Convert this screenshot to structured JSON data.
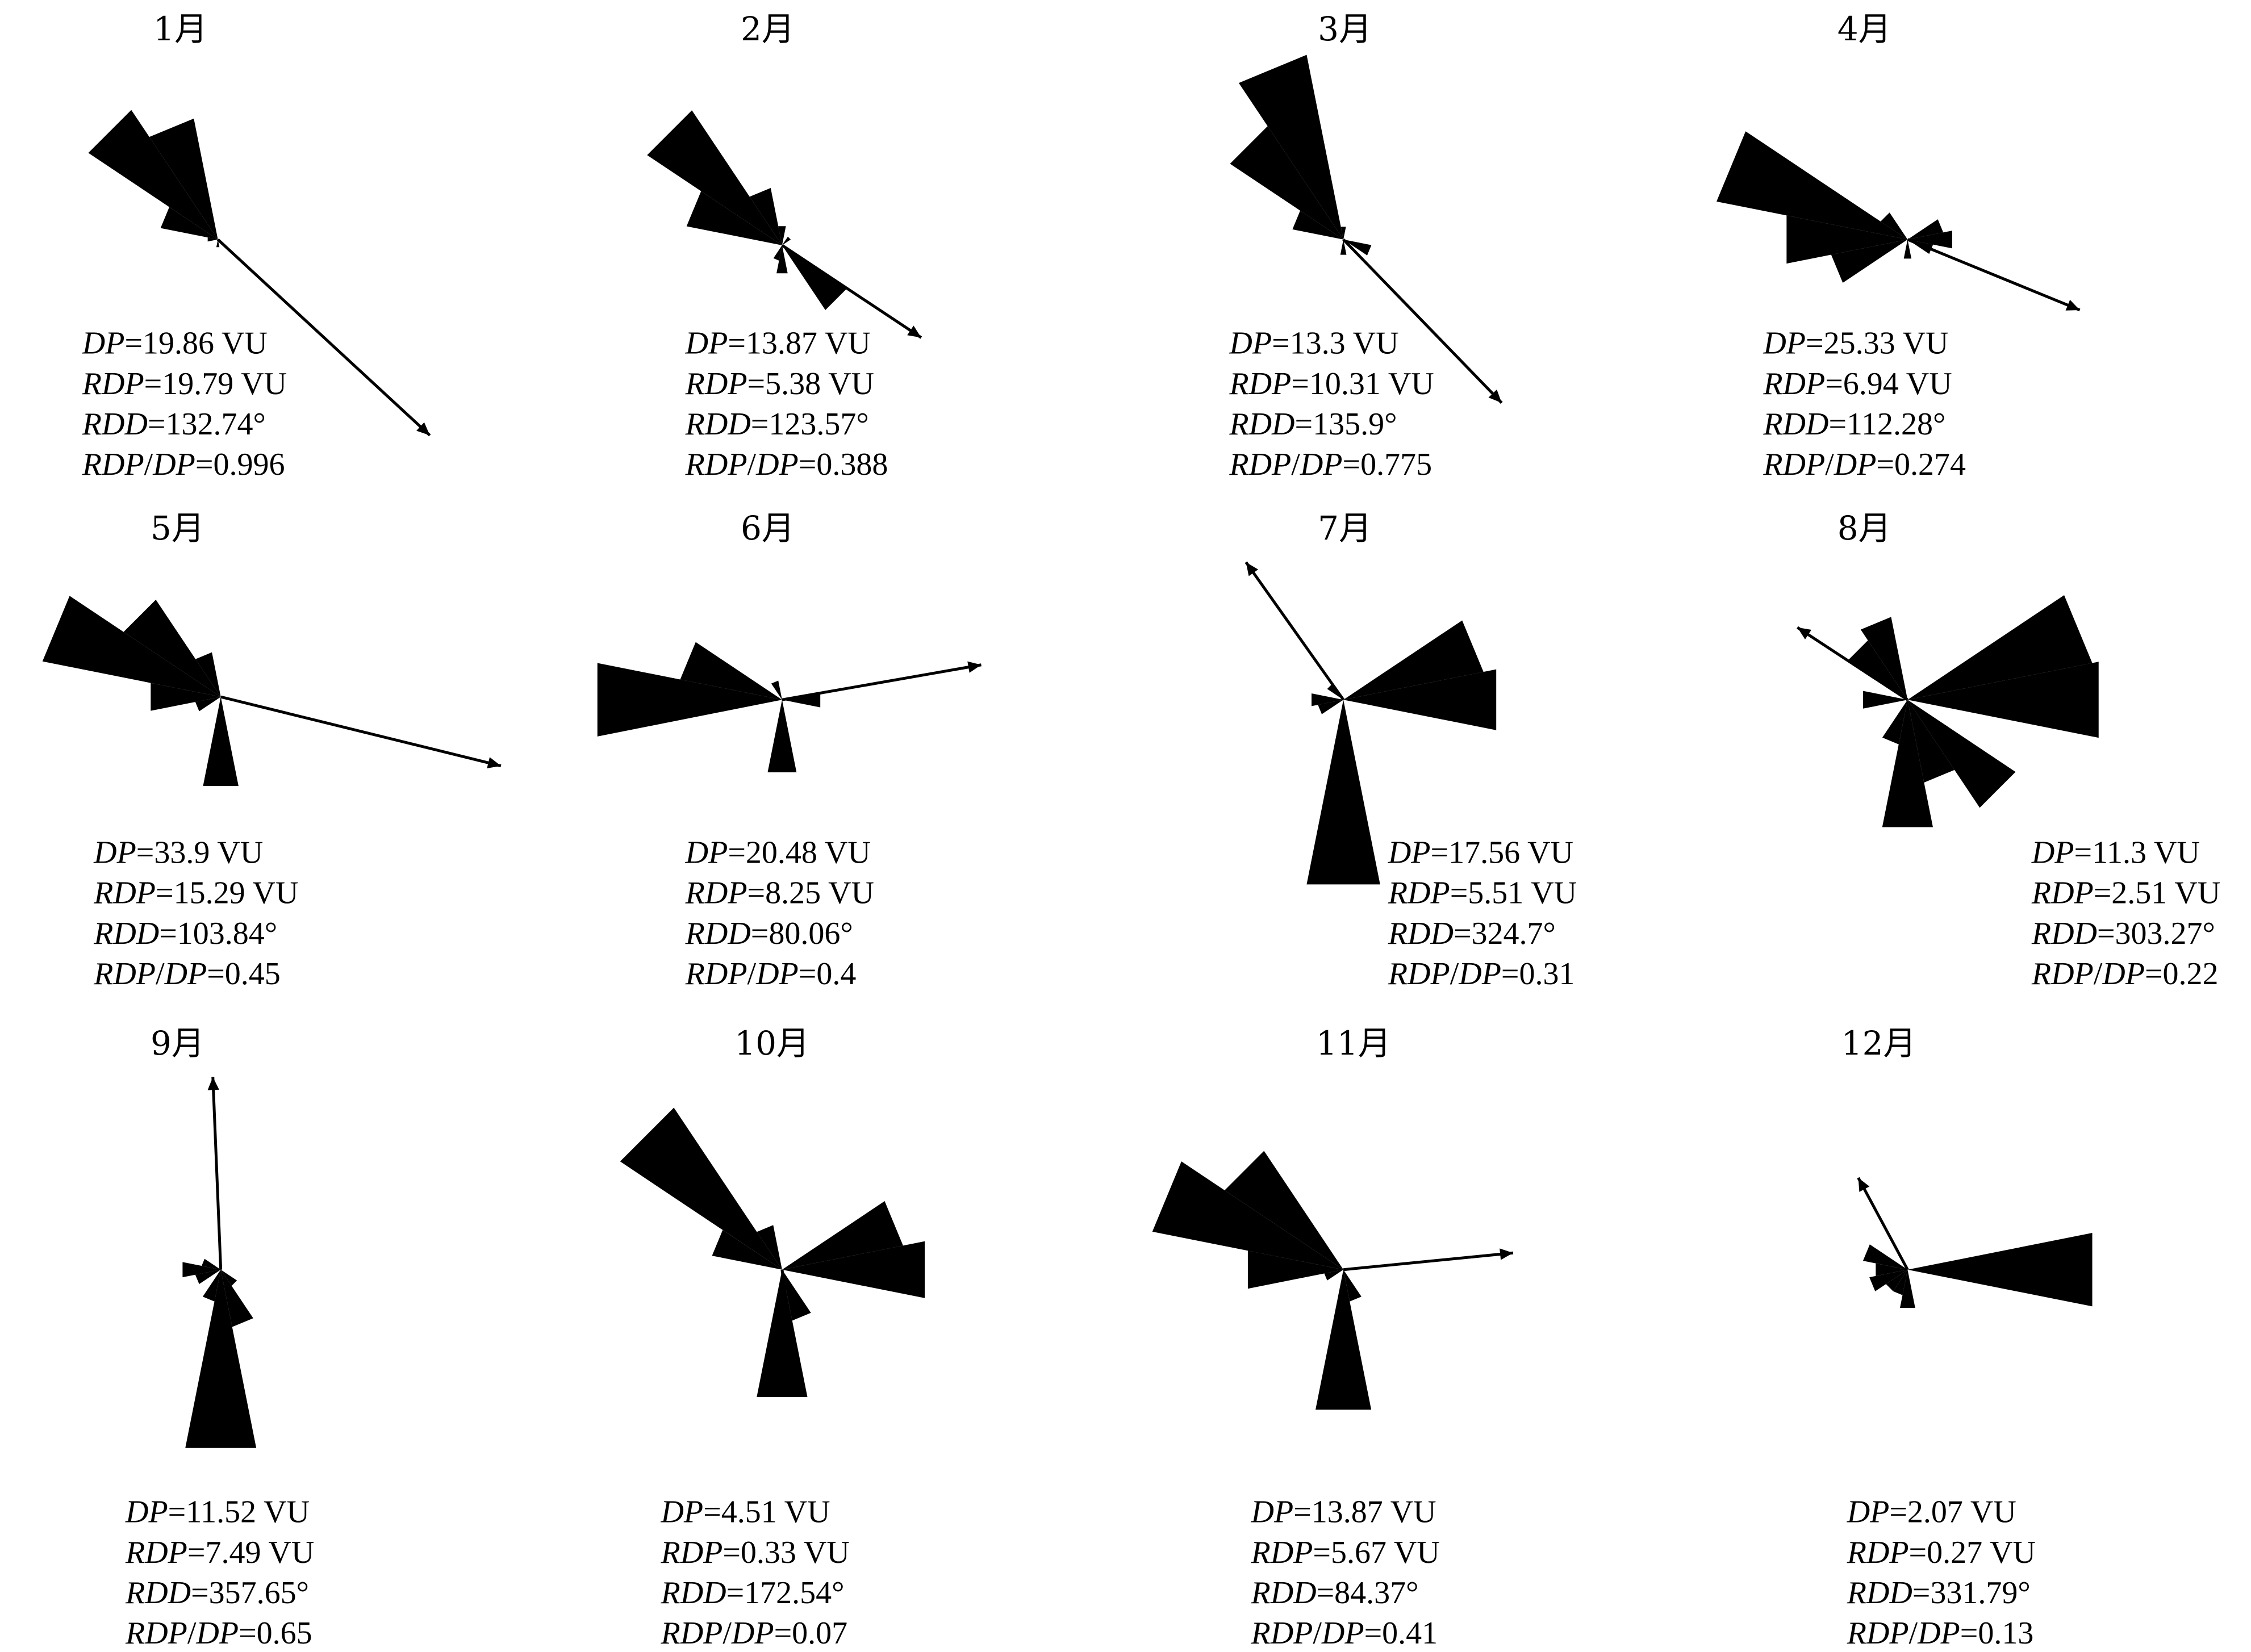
{
  "chart_data": [
    {
      "type": "rose",
      "title": "1月",
      "stats": {
        "DP": "19.86",
        "RDP": "19.79",
        "RDD": "132.74",
        "RDP_DP": "0.996"
      },
      "units": "VU",
      "petals": [
        {
          "dir": 315,
          "value": 120
        },
        {
          "dir": 337.5,
          "value": 95
        },
        {
          "dir": 292.5,
          "value": 45
        },
        {
          "dir": 270,
          "value": 8
        },
        {
          "dir": 180,
          "value": 6
        },
        {
          "dir": 135,
          "value": 5
        }
      ]
    },
    {
      "type": "rose",
      "title": "2月",
      "stats": {
        "DP": "13.87",
        "RDP": "5.38",
        "RDD": "123.57",
        "RDP_DP": "0.388"
      },
      "units": "VU",
      "petals": [
        {
          "dir": 315,
          "value": 125
        },
        {
          "dir": 292.5,
          "value": 75
        },
        {
          "dir": 337.5,
          "value": 45
        },
        {
          "dir": 135,
          "value": 60
        },
        {
          "dir": 180,
          "value": 22
        },
        {
          "dir": 202.5,
          "value": 12
        },
        {
          "dir": 0,
          "value": 15
        },
        {
          "dir": 45,
          "value": 8
        }
      ]
    },
    {
      "type": "rose",
      "title": "3月",
      "stats": {
        "DP": "13.3",
        "RDP": "10.31",
        "RDD": "135.9",
        "RDP_DP": "0.775"
      },
      "units": "VU",
      "petals": [
        {
          "dir": 337.5,
          "value": 145
        },
        {
          "dir": 315,
          "value": 105
        },
        {
          "dir": 292.5,
          "value": 40
        },
        {
          "dir": 112.5,
          "value": 22
        },
        {
          "dir": 180,
          "value": 12
        },
        {
          "dir": 0,
          "value": 10
        }
      ]
    },
    {
      "type": "rose",
      "title": "4月",
      "stats": {
        "DP": "25.33",
        "RDP": "6.94",
        "RDD": "112.28",
        "RDP_DP": "0.274"
      },
      "units": "VU",
      "petals": [
        {
          "dir": 292.5,
          "value": 150
        },
        {
          "dir": 270,
          "value": 95
        },
        {
          "dir": 247.5,
          "value": 60
        },
        {
          "dir": 90,
          "value": 35
        },
        {
          "dir": 67.5,
          "value": 28
        },
        {
          "dir": 315,
          "value": 25
        },
        {
          "dir": 112.5,
          "value": 20
        },
        {
          "dir": 180,
          "value": 15
        }
      ]
    },
    {
      "type": "rose",
      "title": "5月",
      "stats": {
        "DP": "33.9",
        "RDP": "15.29",
        "RDD": "103.84",
        "RDP_DP": "0.45"
      },
      "units": "VU",
      "petals": [
        {
          "dir": 292.5,
          "value": 140
        },
        {
          "dir": 315,
          "value": 90
        },
        {
          "dir": 180,
          "value": 70
        },
        {
          "dir": 270,
          "value": 55
        },
        {
          "dir": 337.5,
          "value": 35
        },
        {
          "dir": 247.5,
          "value": 20
        }
      ]
    },
    {
      "type": "rose",
      "title": "6月",
      "stats": {
        "DP": "20.48",
        "RDP": "8.25",
        "RDD": "80.06",
        "RDP_DP": "0.4"
      },
      "units": "VU",
      "petals": [
        {
          "dir": 270,
          "value": 145
        },
        {
          "dir": 292.5,
          "value": 80
        },
        {
          "dir": 180,
          "value": 57
        },
        {
          "dir": 90,
          "value": 30
        },
        {
          "dir": 337.5,
          "value": 15
        }
      ]
    },
    {
      "type": "rose",
      "title": "7月",
      "stats": {
        "DP": "17.56",
        "RDP": "5.51",
        "RDD": "324.7",
        "RDP_DP": "0.31"
      },
      "units": "VU",
      "petals": [
        {
          "dir": 180,
          "value": 145
        },
        {
          "dir": 90,
          "value": 120
        },
        {
          "dir": 67.5,
          "value": 110
        },
        {
          "dir": 270,
          "value": 25
        },
        {
          "dir": 247.5,
          "value": 20
        },
        {
          "dir": 315,
          "value": 15
        }
      ]
    },
    {
      "type": "rose",
      "title": "8月",
      "stats": {
        "DP": "11.3",
        "RDP": "2.51",
        "RDD": "303.27",
        "RDP_DP": "0.22"
      },
      "units": "VU",
      "petals": [
        {
          "dir": 67.5,
          "value": 145
        },
        {
          "dir": 90,
          "value": 150
        },
        {
          "dir": 135,
          "value": 100
        },
        {
          "dir": 180,
          "value": 100
        },
        {
          "dir": 157.5,
          "value": 65
        },
        {
          "dir": 337.5,
          "value": 65
        },
        {
          "dir": 315,
          "value": 55
        },
        {
          "dir": 270,
          "value": 35
        },
        {
          "dir": 202.5,
          "value": 35
        }
      ]
    },
    {
      "type": "rose",
      "title": "9月",
      "stats": {
        "DP": "11.52",
        "RDP": "7.49",
        "RDD": "357.65",
        "RDP_DP": "0.65"
      },
      "units": "VU",
      "petals": [
        {
          "dir": 180,
          "value": 140
        },
        {
          "dir": 157.5,
          "value": 45
        },
        {
          "dir": 202.5,
          "value": 25
        },
        {
          "dir": 270,
          "value": 30
        },
        {
          "dir": 247.5,
          "value": 20
        },
        {
          "dir": 292.5,
          "value": 15
        },
        {
          "dir": 135,
          "value": 15
        }
      ]
    },
    {
      "type": "rose",
      "title": "10月",
      "stats": {
        "DP": "4.51",
        "RDP": "0.33",
        "RDD": "172.54",
        "RDP_DP": "0.07"
      },
      "units": "VU",
      "petals": [
        {
          "dir": 315,
          "value": 150
        },
        {
          "dir": 90,
          "value": 112
        },
        {
          "dir": 67.5,
          "value": 95
        },
        {
          "dir": 180,
          "value": 100
        },
        {
          "dir": 292.5,
          "value": 55
        },
        {
          "dir": 157.5,
          "value": 40
        },
        {
          "dir": 337.5,
          "value": 35
        }
      ]
    },
    {
      "type": "rose",
      "title": "11月",
      "stats": {
        "DP": "13.87",
        "RDP": "5.67",
        "RDD": "84.37",
        "RDP_DP": "0.41"
      },
      "units": "VU",
      "petals": [
        {
          "dir": 292.5,
          "value": 150
        },
        {
          "dir": 315,
          "value": 110
        },
        {
          "dir": 180,
          "value": 110
        },
        {
          "dir": 270,
          "value": 75
        },
        {
          "dir": 157.5,
          "value": 25
        },
        {
          "dir": 247.5,
          "value": 15
        }
      ]
    },
    {
      "type": "rose",
      "title": "12月",
      "stats": {
        "DP": "2.07",
        "RDP": "0.27",
        "RDD": "331.79",
        "RDP_DP": "0.13"
      },
      "units": "VU",
      "petals": [
        {
          "dir": 90,
          "value": 145
        },
        {
          "dir": 292.5,
          "value": 35
        },
        {
          "dir": 247.5,
          "value": 30
        },
        {
          "dir": 270,
          "value": 25
        },
        {
          "dir": 225,
          "value": 20
        },
        {
          "dir": 180,
          "value": 30
        },
        {
          "dir": 202.5,
          "value": 20
        }
      ]
    }
  ]
}
